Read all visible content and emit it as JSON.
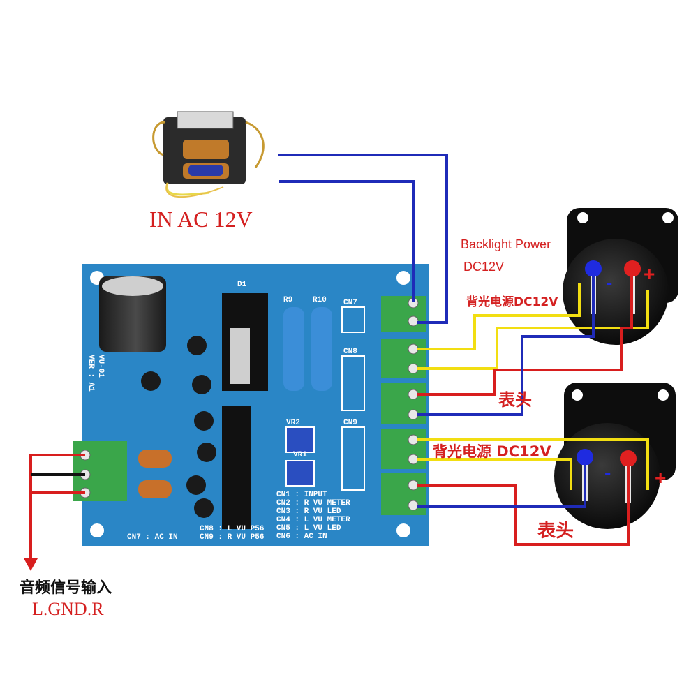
{
  "labels": {
    "input_ac": "IN AC 12V",
    "backlight_power_en": "Backlight Power",
    "backlight_dc_en": "DC12V",
    "backlight_cn_1": "背光电源DC12V",
    "backlight_cn_2": "背光电源 DC12V",
    "meter_head_1": "表头",
    "meter_head_2": "表头",
    "audio_input_cn": "音频信号输入",
    "audio_input_pins": "L.GND.R"
  },
  "pcb": {
    "model_label": "VU-01",
    "version_label": "VER : A1",
    "connector_table": [
      "CN1 : INPUT",
      "CN2 : R VU METER",
      "CN3 : R VU LED",
      "CN4 : L VU METER",
      "CN5 : L VU LED",
      "CN6 : AC IN"
    ],
    "connector_table_left": [
      "CN8 : L VU P56",
      "CN9 : R VU P56"
    ],
    "footer_label": "CN7 : AC IN",
    "header_labels": [
      "CN7",
      "CN8",
      "CN9"
    ],
    "pot_labels": [
      "VR2",
      "VR1"
    ],
    "resistor_labels": [
      "R9",
      "R10"
    ],
    "diode_label": "D1"
  },
  "meter_marks": {
    "plus": "+",
    "minus": "-"
  },
  "colors": {
    "pcb": "#2a86c6",
    "wire_blue": "#1f2bb8",
    "wire_red": "#d81e1e",
    "wire_yellow": "#f2de12",
    "wire_black": "#111111",
    "label_red": "#d42020",
    "terminal_green": "#3aa64a"
  }
}
